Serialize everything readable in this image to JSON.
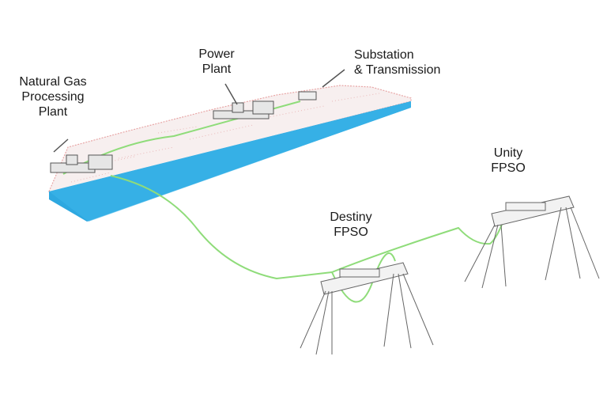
{
  "labels": {
    "natural_gas": [
      "Natural Gas",
      "Processing",
      "Plant"
    ],
    "power_plant": [
      "Power",
      "Plant"
    ],
    "substation": [
      "Substation",
      "& Transmission"
    ],
    "destiny": [
      "Destiny",
      "FPSO"
    ],
    "unity": [
      "Unity",
      "FPSO"
    ]
  },
  "colors": {
    "water": "#2ea8e0",
    "water_edge": "#1d8fc6",
    "pipeline": "#8fdc7a",
    "land_outline": "#e8a6a6",
    "land_fill": "#f7efef",
    "structure": "#555555"
  }
}
